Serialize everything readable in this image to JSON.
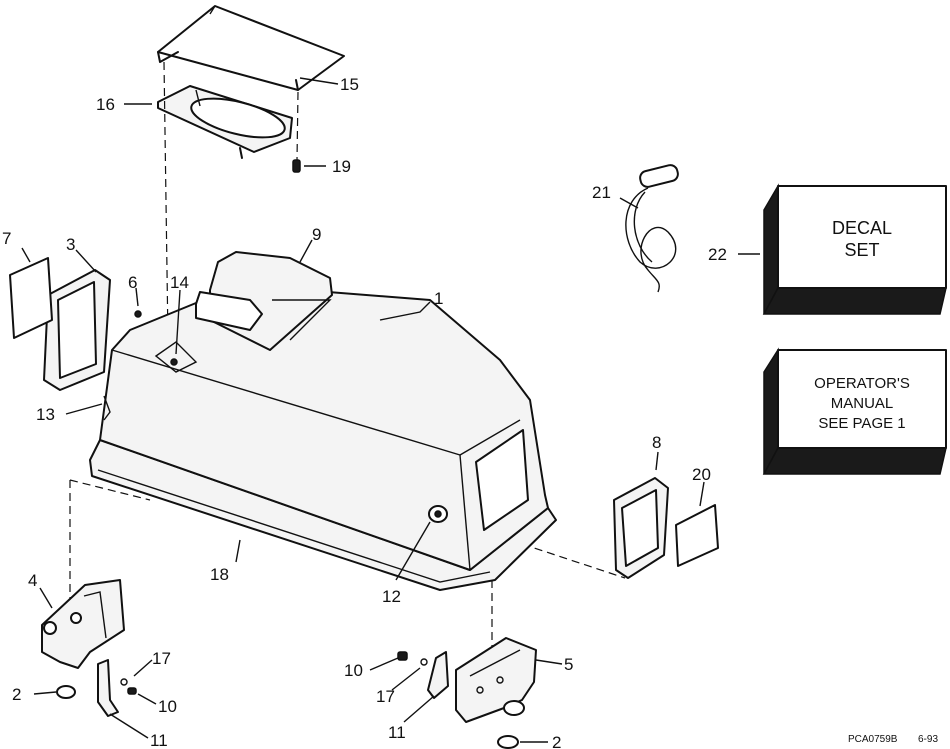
{
  "callouts": {
    "c1": "1",
    "c2a": "2",
    "c2b": "2",
    "c3": "3",
    "c4": "4",
    "c5": "5",
    "c6": "6",
    "c7": "7",
    "c8": "8",
    "c9": "9",
    "c10a": "10",
    "c10b": "10",
    "c11a": "11",
    "c11b": "11",
    "c12": "12",
    "c13": "13",
    "c14": "14",
    "c15": "15",
    "c16": "16",
    "c17a": "17",
    "c17b": "17",
    "c18": "18",
    "c19": "19",
    "c20": "20",
    "c21": "21",
    "c22": "22"
  },
  "decal_box": {
    "line1": "DECAL",
    "line2": "SET"
  },
  "manual_box": {
    "line1": "OPERATOR'S",
    "line2": "MANUAL",
    "line3": "SEE PAGE 1"
  },
  "footer": {
    "ref_code": "PCA0759B",
    "date_code": "6-93"
  }
}
